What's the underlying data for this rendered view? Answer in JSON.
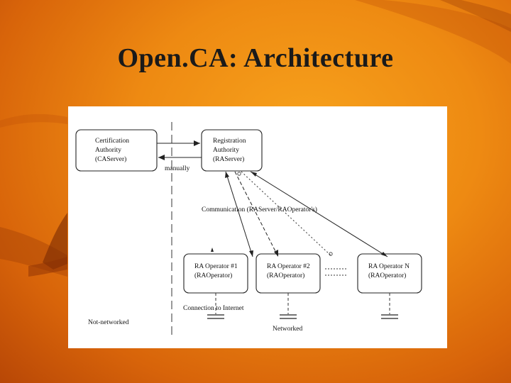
{
  "slide": {
    "title": "Open.CA: Architecture"
  },
  "diagram": {
    "ca": [
      "Certification",
      "Authority",
      "(CAServer)"
    ],
    "ra": [
      "Registration",
      "Authority",
      "(RAServer)"
    ],
    "manually": "manually",
    "communication": "Communication (RAServer/RAOperator's)",
    "op1": [
      "RA Operator #1",
      "(RAOperator)"
    ],
    "op2": [
      "RA Operator #2",
      "(RAOperator)"
    ],
    "opn": [
      "RA Operator N",
      "(RAOperator)"
    ],
    "connection": "Connection to Internet",
    "not_networked": "Not-networked",
    "networked": "Networked"
  }
}
